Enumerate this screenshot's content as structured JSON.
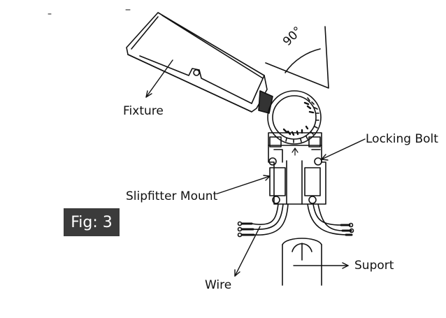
{
  "labels": {
    "fixture": "Fixture",
    "locking_bolt": "Locking Bolt",
    "slipfitter_mount": "Slipfitter Mount",
    "suport": "Suport",
    "wire": "Wire",
    "angle": "90°"
  },
  "badge": {
    "text": "Fig: 3",
    "color": "#3b3b3b",
    "text_color": "#ffffff"
  },
  "colors": {
    "line": "#111111",
    "background": "#ffffff"
  }
}
